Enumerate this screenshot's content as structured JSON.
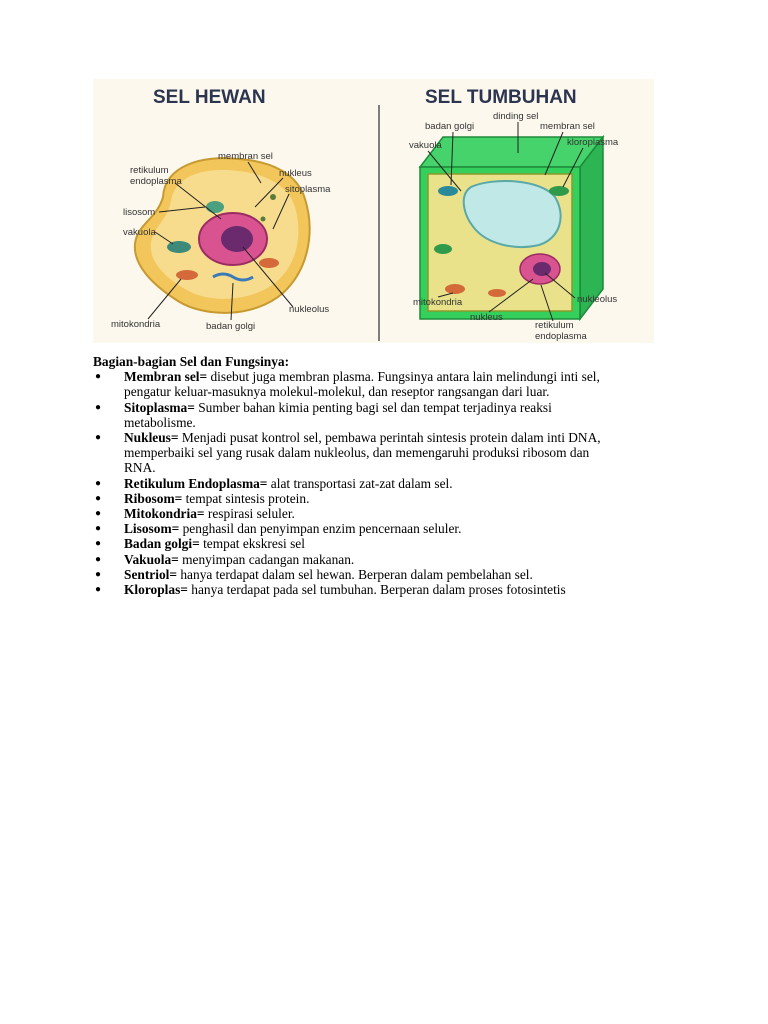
{
  "figure": {
    "animal_title": "SEL HEWAN",
    "plant_title": "SEL TUMBUHAN",
    "animal_labels": {
      "membran_sel": "membran sel",
      "retikulum": "retikulum",
      "endoplasma": "endoplasma",
      "nukleus": "nukleus",
      "sitoplasma": "sitoplasma",
      "lisosom": "lisosom",
      "vakuola": "vakuola",
      "mitokondria": "mitokondria",
      "badan_golgi": "badan golgi",
      "nukleolus": "nukleolus"
    },
    "plant_labels": {
      "dinding_sel": "dinding sel",
      "badan_golgi": "badan golgi",
      "membran_sel": "membran sel",
      "vakuola": "vakuola",
      "kloroplasma": "kloroplasma",
      "mitokondria": "mitokondria",
      "nukleolus": "nukleolus",
      "nukleus": "nukleus",
      "retikulum": "retikulum",
      "endoplasma": "endoplasma"
    }
  },
  "heading": "Bagian-bagian Sel dan Fungsinya:",
  "bullet_glyph": "●",
  "items": [
    {
      "term": "Membran sel=",
      "desc": " disebut juga membran plasma. Fungsinya antara lain melindungi inti sel,",
      "cont": [
        "pengatur keluar-masuknya molekul-molekul, dan reseptor rangsangan dari luar."
      ]
    },
    {
      "term": "Sitoplasma=",
      "desc": " Sumber bahan kimia penting bagi sel dan tempat terjadinya reaksi",
      "cont": [
        "metabolisme."
      ]
    },
    {
      "term": "Nukleus=",
      "desc": " Menjadi pusat kontrol sel, pembawa perintah sintesis protein dalam inti DNA,",
      "cont": [
        "memperbaiki sel yang rusak dalam nukleolus, dan memengaruhi produksi ribosom dan",
        "RNA."
      ]
    },
    {
      "term": "Retikulum Endoplasma=",
      "desc": " alat transportasi zat-zat dalam sel.",
      "cont": []
    },
    {
      "term": "Ribosom=",
      "desc": " tempat sintesis protein.",
      "cont": []
    },
    {
      "term": "Mitokondria=",
      "desc": " respirasi seluler.",
      "cont": []
    },
    {
      "term": "Lisosom=",
      "desc": " penghasil dan penyimpan enzim pencernaan seluler.",
      "cont": []
    },
    {
      "term": "Badan golgi=",
      "desc": " tempat ekskresi sel",
      "cont": []
    },
    {
      "term": "Vakuola=",
      "desc": " menyimpan cadangan makanan.",
      "cont": []
    },
    {
      "term": "Sentriol=",
      "desc": " hanya terdapat dalam sel hewan. Berperan dalam pembelahan sel.",
      "cont": []
    },
    {
      "term": "Kloroplas=",
      "desc": " hanya terdapat pada sel tumbuhan. Berperan dalam proses fotosintetis",
      "cont": []
    }
  ]
}
